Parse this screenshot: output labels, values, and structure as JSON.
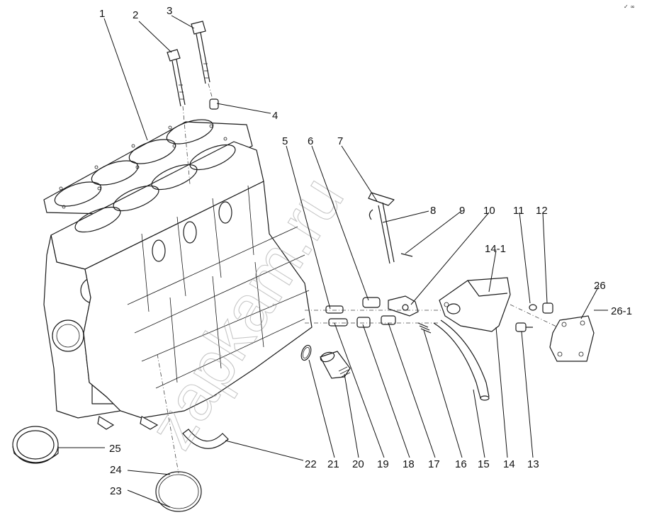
{
  "watermark": "zapkam.ru",
  "corner_mark": "✓ ∞",
  "labels": {
    "p1": "1",
    "p2": "2",
    "p3": "3",
    "p4": "4",
    "p5": "5",
    "p6": "6",
    "p7": "7",
    "p8": "8",
    "p9": "9",
    "p10": "10",
    "p11": "11",
    "p12": "12",
    "p13": "13",
    "p14": "14",
    "p14_1": "14-1",
    "p15": "15",
    "p16": "16",
    "p17": "17",
    "p18": "18",
    "p19": "19",
    "p20": "20",
    "p21": "21",
    "p22": "22",
    "p23": "23",
    "p24": "24",
    "p25": "25",
    "p26": "26",
    "p26_1": "26-1"
  }
}
